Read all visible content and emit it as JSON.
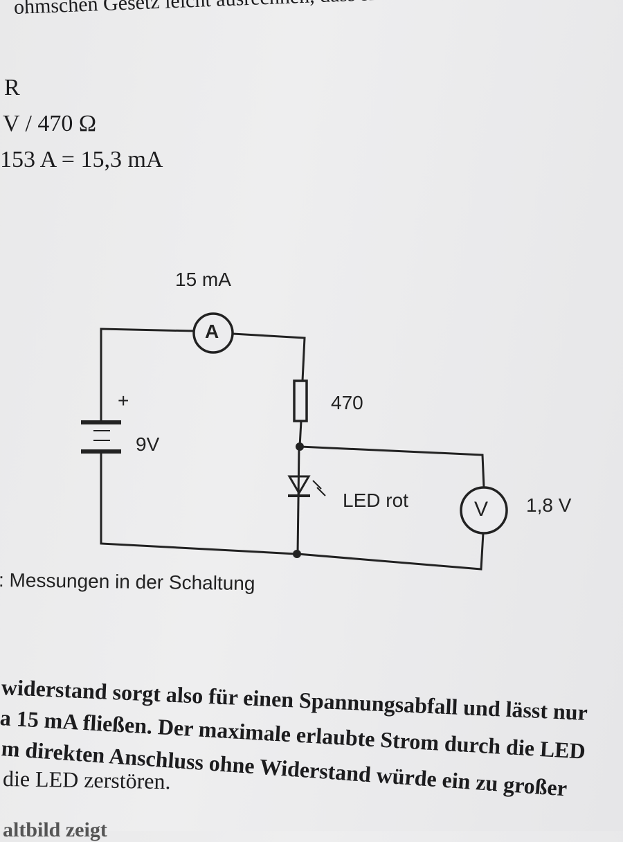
{
  "top_text": "ohmschen Gesetz leicht ausrechnen, dass sich ein Strom vo",
  "formula": {
    "line1": "R",
    "line2": "V / 470 Ω",
    "line3": "153 A = 15,3 mA"
  },
  "figure": {
    "current_label": "15 mA",
    "ammeter_symbol": "A",
    "plus_sign": "+",
    "battery_label": "9V",
    "resistor_label": "470",
    "led_label": "LED rot",
    "voltmeter_symbol": "V",
    "voltage_label": "1,8 V",
    "caption": ": Messungen in der Schaltung"
  },
  "paragraph": [
    "widerstand sorgt also für einen Spannungsabfall und lässt nur",
    "a 15 mA fließen. Der maximale erlaubte Strom durch die LED",
    "m direkten Anschluss ohne Widerstand würde ein zu großer",
    "die LED zerstören."
  ],
  "bottom_text": "altbild zeigt"
}
